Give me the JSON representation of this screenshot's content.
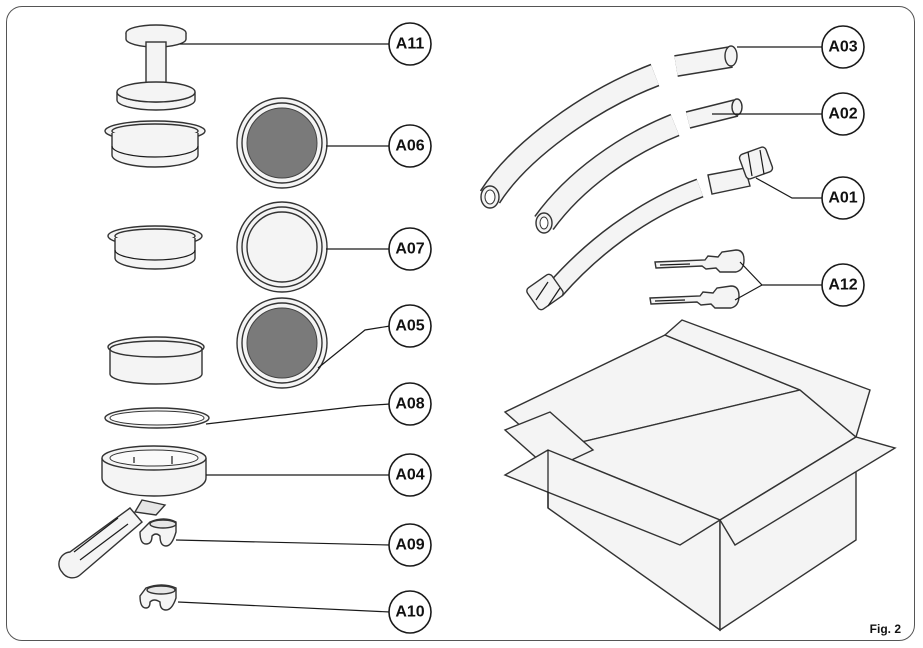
{
  "labels": {
    "A11": "A11",
    "A06": "A06",
    "A07": "A07",
    "A05": "A05",
    "A08": "A08",
    "A04": "A04",
    "A09": "A09",
    "A10": "A10",
    "A03": "A03",
    "A02": "A02",
    "A01": "A01",
    "A12": "A12"
  },
  "figure_label": "Fig. 2",
  "colors": {
    "line": "#1a1a1a",
    "mesh": "#7a7a7a",
    "frame": "#555555"
  }
}
